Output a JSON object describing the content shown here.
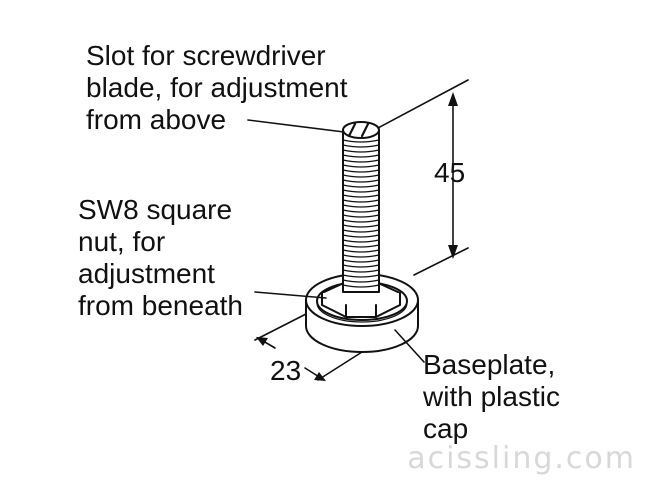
{
  "labels": {
    "slot": [
      "Slot for screwdriver",
      "blade, for adjustment",
      "from above"
    ],
    "nut": [
      "SW8 square",
      "nut, for",
      "adjustment",
      "from beneath"
    ],
    "base": [
      "Baseplate,",
      "with plastic",
      "cap"
    ]
  },
  "dimensions": {
    "height": "45",
    "diameter": "23"
  },
  "watermark": "acissling.com",
  "colors": {
    "ink": "#111111",
    "watermark": "#d8d8d8"
  }
}
